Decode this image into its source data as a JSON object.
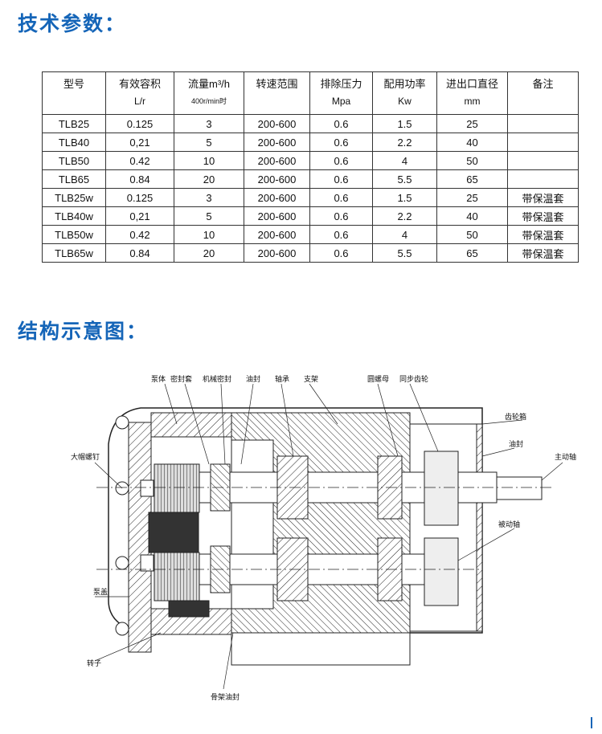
{
  "headings": {
    "spec": "技术参数：",
    "structure": "结构示意图："
  },
  "table": {
    "headers": [
      {
        "label": "型号",
        "unit": ""
      },
      {
        "label": "有效容积",
        "unit": "L/r"
      },
      {
        "label": "流量m³/h",
        "unit": "400r/min时"
      },
      {
        "label": "转速范围",
        "unit": ""
      },
      {
        "label": "排除压力",
        "unit": "Mpa"
      },
      {
        "label": "配用功率",
        "unit": "Kw"
      },
      {
        "label": "进出口直径",
        "unit": "mm"
      },
      {
        "label": "备注",
        "unit": ""
      }
    ],
    "rows": [
      [
        "TLB25",
        "0.125",
        "3",
        "200-600",
        "0.6",
        "1.5",
        "25",
        ""
      ],
      [
        "TLB40",
        "0,21",
        "5",
        "200-600",
        "0.6",
        "2.2",
        "40",
        ""
      ],
      [
        "TLB50",
        "0.42",
        "10",
        "200-600",
        "0.6",
        "4",
        "50",
        ""
      ],
      [
        "TLB65",
        "0.84",
        "20",
        "200-600",
        "0.6",
        "5.5",
        "65",
        ""
      ],
      [
        "TLB25w",
        "0.125",
        "3",
        "200-600",
        "0.6",
        "1.5",
        "25",
        "带保温套"
      ],
      [
        "TLB40w",
        "0,21",
        "5",
        "200-600",
        "0.6",
        "2.2",
        "40",
        "带保温套"
      ],
      [
        "TLB50w",
        "0.42",
        "10",
        "200-600",
        "0.6",
        "4",
        "50",
        "带保温套"
      ],
      [
        "TLB65w",
        "0.84",
        "20",
        "200-600",
        "0.6",
        "5.5",
        "65",
        "带保温套"
      ]
    ]
  },
  "diagram_labels": {
    "pump_body": "泵体",
    "seal_sleeve": "密封套",
    "mech_seal": "机械密封",
    "oil_seal_top": "油封",
    "bearing": "轴承",
    "bracket": "支架",
    "round_nut": "圆螺母",
    "sync_gear": "同步齿轮",
    "gear_box": "齿轮箱",
    "oil_seal_right": "油封",
    "drive_shaft": "主动轴",
    "cap_screw": "大帽螺钉",
    "driven_shaft": "被动轴",
    "pump_cover": "泵盖",
    "rotor": "转子",
    "skeleton_seal": "骨架油封"
  }
}
